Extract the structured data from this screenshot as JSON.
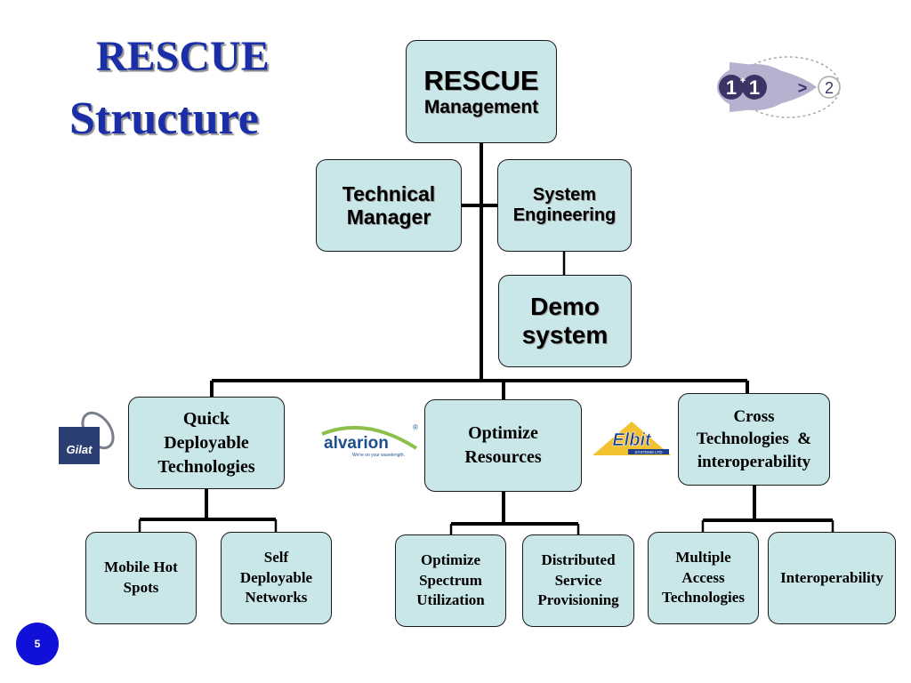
{
  "slide": {
    "title_line1": "RESCUE",
    "title_line2": "Structure",
    "page_number": "5"
  },
  "boxes": {
    "management": {
      "line1": "RESCUE",
      "line2": "Management"
    },
    "technical_manager": {
      "line1": "Technical",
      "line2": "Manager"
    },
    "system_engineering": {
      "line1": "System",
      "line2": "Engineering"
    },
    "demo_system": {
      "line1": "Demo",
      "line2": "system"
    },
    "quick_deployable": {
      "line1": "Quick",
      "line2": "Deployable",
      "line3": "Technologies"
    },
    "optimize_resources": {
      "line1": "Optimize",
      "line2": "Resources"
    },
    "cross_technologies": {
      "line1": "Cross",
      "line2": "Technologies  &",
      "line3": "interoperability"
    },
    "mobile_hot_spots": {
      "line1": "Mobile Hot",
      "line2": "Spots"
    },
    "self_deployable": {
      "line1": "Self",
      "line2": "Deployable",
      "line3": "Networks"
    },
    "optimize_spectrum": {
      "line1": "Optimize",
      "line2": "Spectrum",
      "line3": "Utilization"
    },
    "distributed_service": {
      "line1": "Distributed",
      "line2": "Service",
      "line3": "Provisioning"
    },
    "multiple_access": {
      "line1": "Multiple",
      "line2": "Access",
      "line3": "Technologies"
    },
    "interoperability": {
      "line1": "Interoperability"
    }
  },
  "logos": {
    "synergy": {
      "left": "1",
      "plus": "+",
      "right": "1",
      "gt": ">",
      "result": "2"
    },
    "gilat": {
      "name": "Gilat"
    },
    "alvarion": {
      "name": "alvarion",
      "tagline": "We're on your wavelength.",
      "mark": "®"
    },
    "elbit": {
      "name": "Elbit",
      "sub": "SYSTEMS LTD"
    }
  },
  "colors": {
    "title": "#1a2ea8",
    "box_fill": "#c9e6e8",
    "badge": "#1010d8",
    "connector": "#000000"
  }
}
